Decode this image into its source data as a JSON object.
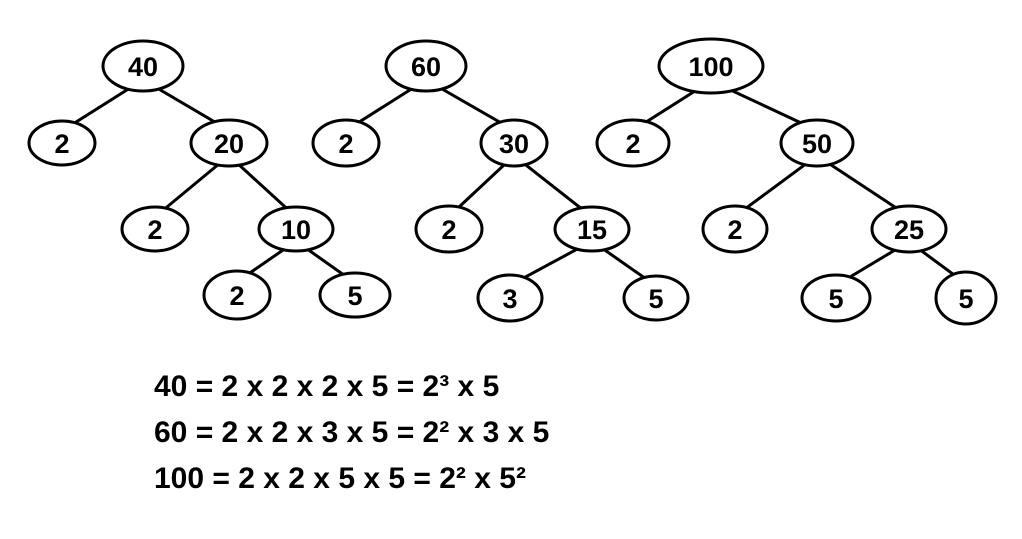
{
  "trees": [
    {
      "id": "tree-40",
      "nodes": [
        {
          "id": "n40",
          "label": "40"
        },
        {
          "id": "n40-2a",
          "label": "2"
        },
        {
          "id": "n20",
          "label": "20"
        },
        {
          "id": "n40-2b",
          "label": "2"
        },
        {
          "id": "n10",
          "label": "10"
        },
        {
          "id": "n40-2c",
          "label": "2"
        },
        {
          "id": "n40-5",
          "label": "5"
        }
      ],
      "edges": [
        [
          "n40",
          "n40-2a"
        ],
        [
          "n40",
          "n20"
        ],
        [
          "n20",
          "n40-2b"
        ],
        [
          "n20",
          "n10"
        ],
        [
          "n10",
          "n40-2c"
        ],
        [
          "n10",
          "n40-5"
        ]
      ]
    },
    {
      "id": "tree-60",
      "nodes": [
        {
          "id": "n60",
          "label": "60"
        },
        {
          "id": "n60-2a",
          "label": "2"
        },
        {
          "id": "n30",
          "label": "30"
        },
        {
          "id": "n60-2b",
          "label": "2"
        },
        {
          "id": "n15",
          "label": "15"
        },
        {
          "id": "n60-3",
          "label": "3"
        },
        {
          "id": "n60-5",
          "label": "5"
        }
      ],
      "edges": [
        [
          "n60",
          "n60-2a"
        ],
        [
          "n60",
          "n30"
        ],
        [
          "n30",
          "n60-2b"
        ],
        [
          "n30",
          "n15"
        ],
        [
          "n15",
          "n60-3"
        ],
        [
          "n15",
          "n60-5"
        ]
      ]
    },
    {
      "id": "tree-100",
      "nodes": [
        {
          "id": "n100",
          "label": "100"
        },
        {
          "id": "n100-2a",
          "label": "2"
        },
        {
          "id": "n50",
          "label": "50"
        },
        {
          "id": "n100-2b",
          "label": "2"
        },
        {
          "id": "n25",
          "label": "25"
        },
        {
          "id": "n100-5a",
          "label": "5"
        },
        {
          "id": "n100-5b",
          "label": "5"
        }
      ],
      "edges": [
        [
          "n100",
          "n100-2a"
        ],
        [
          "n100",
          "n50"
        ],
        [
          "n50",
          "n100-2b"
        ],
        [
          "n50",
          "n25"
        ],
        [
          "n25",
          "n100-5a"
        ],
        [
          "n25",
          "n100-5b"
        ]
      ]
    }
  ],
  "equations": [
    "40 = 2 x 2 x 2 x 5 = 2³ x 5",
    "60 = 2 x 2 x 3 x 5 = 2² x 3 x 5",
    "100 = 2 x 2 x 5 x 5 = 2² x 5²"
  ]
}
